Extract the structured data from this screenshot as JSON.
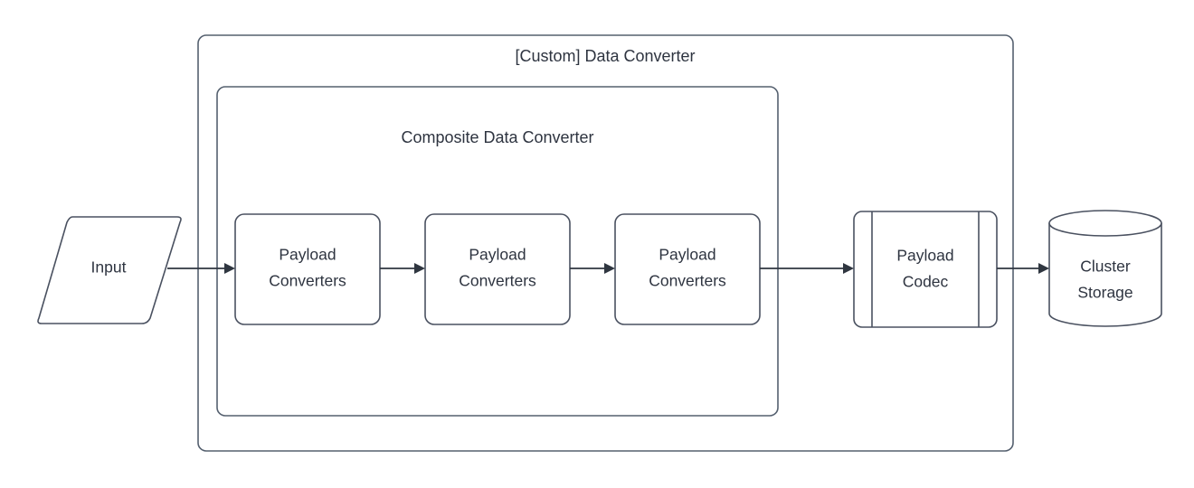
{
  "diagram": {
    "title": "[Custom] Data Converter",
    "background_color": "#ffffff",
    "stroke_color": "#4a5160",
    "text_color": "#2e3440",
    "connector_color": "#2f3640",
    "groups": [
      {
        "id": "custom-data-converter",
        "label": "[Custom] Data Converter",
        "shape": "rounded-rectangle"
      },
      {
        "id": "composite-data-converter",
        "label": "Composite Data Converter",
        "shape": "rounded-rectangle"
      }
    ],
    "nodes": [
      {
        "id": "input",
        "label": "Input",
        "shape": "parallelogram"
      },
      {
        "id": "payload-converters-1",
        "label_line1": "Payload",
        "label_line2": "Converters",
        "shape": "rounded-rectangle"
      },
      {
        "id": "payload-converters-2",
        "label_line1": "Payload",
        "label_line2": "Converters",
        "shape": "rounded-rectangle"
      },
      {
        "id": "payload-converters-3",
        "label_line1": "Payload",
        "label_line2": "Converters",
        "shape": "rounded-rectangle"
      },
      {
        "id": "payload-codec",
        "label_line1": "Payload",
        "label_line2": "Codec",
        "shape": "predefined-process"
      },
      {
        "id": "cluster-storage",
        "label_line1": "Cluster",
        "label_line2": "Storage",
        "shape": "cylinder"
      }
    ],
    "edges": [
      {
        "id": "edge-input-to-pc1",
        "from": "input",
        "to": "payload-converters-1",
        "arrow": "single"
      },
      {
        "id": "edge-pc1-to-pc2",
        "from": "payload-converters-1",
        "to": "payload-converters-2",
        "arrow": "single"
      },
      {
        "id": "edge-pc2-to-pc3",
        "from": "payload-converters-2",
        "to": "payload-converters-3",
        "arrow": "single"
      },
      {
        "id": "edge-pc3-to-codec",
        "from": "payload-converters-3",
        "to": "payload-codec",
        "arrow": "single"
      },
      {
        "id": "edge-codec-to-storage",
        "from": "payload-codec",
        "to": "cluster-storage",
        "arrow": "single"
      }
    ]
  }
}
